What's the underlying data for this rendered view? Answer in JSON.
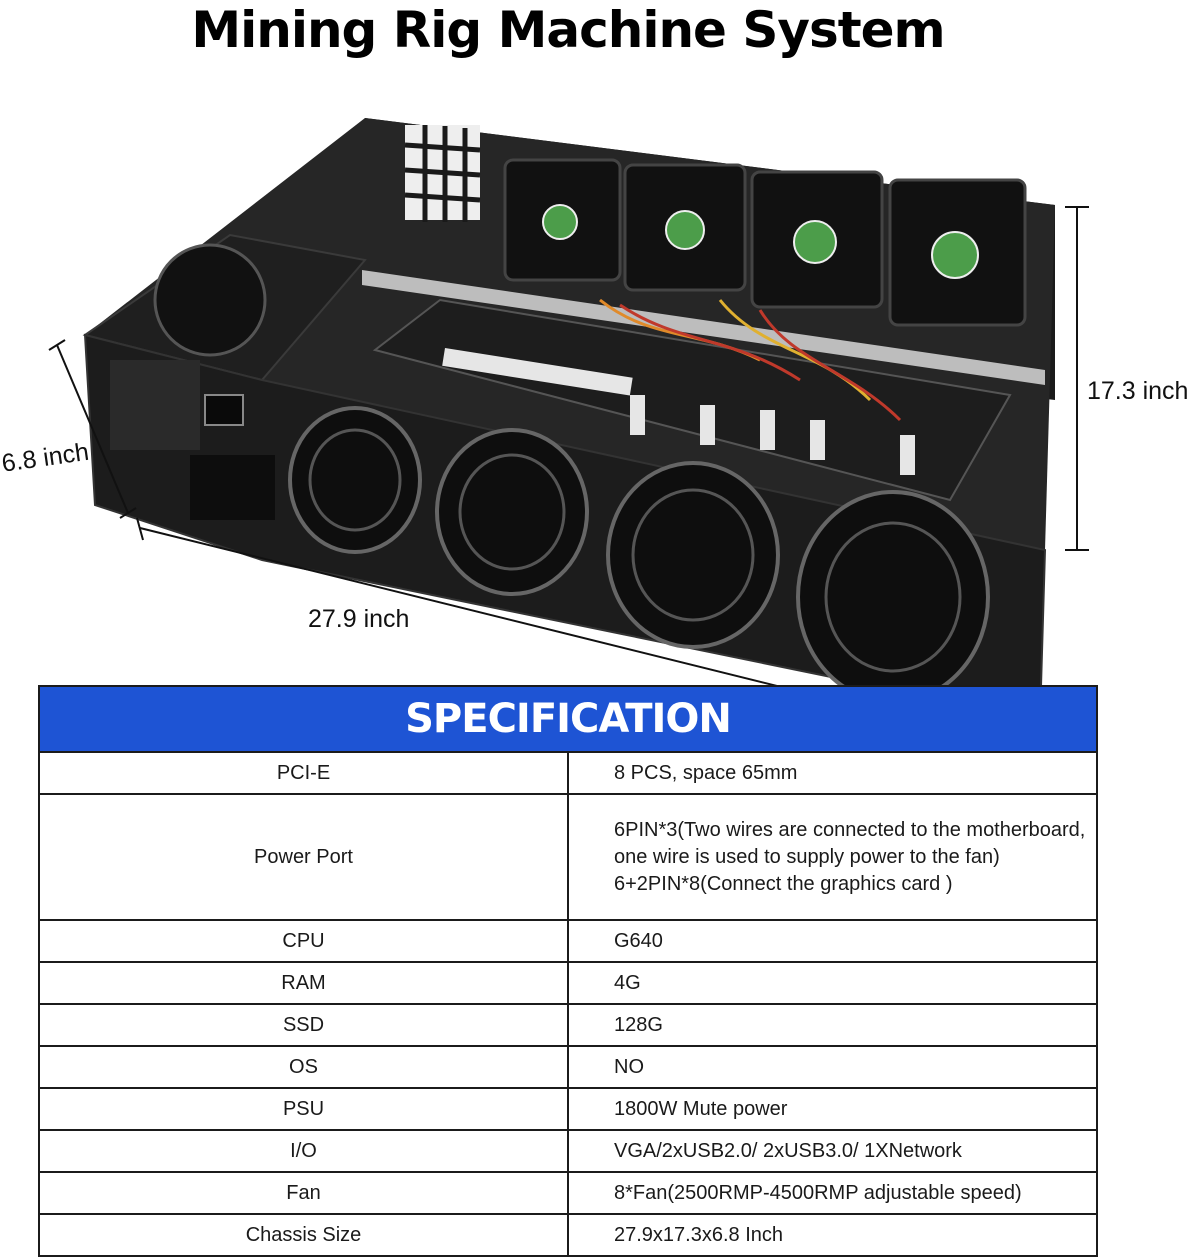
{
  "title": "Mining Rig Machine System",
  "dimensions": {
    "depth": "6.8 inch",
    "width": "27.9 inch",
    "height": "17.3 inch"
  },
  "spec": {
    "heading": "SPECIFICATION",
    "rows": [
      {
        "label": "PCI-E",
        "value": [
          "8 PCS, space 65mm"
        ]
      },
      {
        "label": "Power Port",
        "value": [
          "6PIN*3(Two wires are connected to the motherboard,",
          "one wire is used to supply power to the fan)",
          "6+2PIN*8(Connect the graphics card )"
        ]
      },
      {
        "label": "CPU",
        "value": [
          "G640"
        ]
      },
      {
        "label": "RAM",
        "value": [
          "4G"
        ]
      },
      {
        "label": "SSD",
        "value": [
          "128G"
        ]
      },
      {
        "label": "OS",
        "value": [
          "NO"
        ]
      },
      {
        "label": "PSU",
        "value": [
          "1800W Mute power"
        ]
      },
      {
        "label": "I/O",
        "value": [
          "VGA/2xUSB2.0/ 2xUSB3.0/ 1XNetwork"
        ]
      },
      {
        "label": "Fan",
        "value": [
          "8*Fan(2500RMP-4500RMP adjustable speed)"
        ]
      },
      {
        "label": "Chassis Size",
        "value": [
          "27.9x17.3x6.8 Inch"
        ]
      }
    ]
  },
  "colors": {
    "header_blue": "#1e54d4",
    "chassis": "#1c1c1c",
    "board": "#222"
  }
}
